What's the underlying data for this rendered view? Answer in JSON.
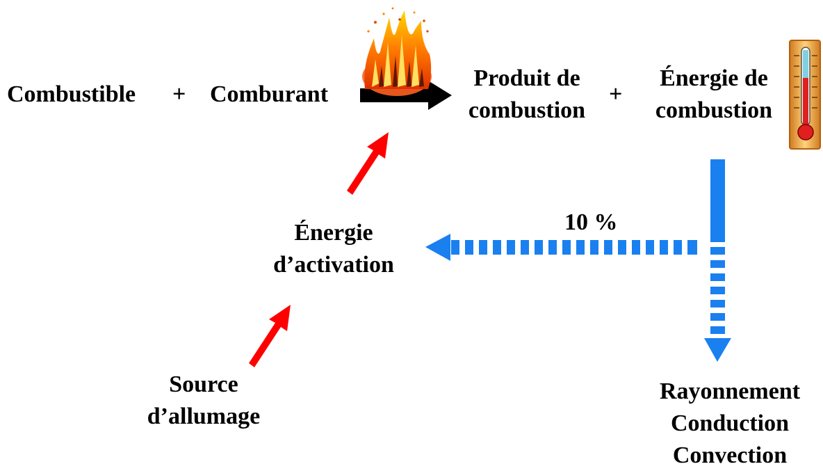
{
  "equation": {
    "fuel": "Combustible",
    "plus1": "+",
    "oxidizer": "Comburant",
    "product_line1": "Produit de",
    "product_line2": "combustion",
    "plus2": "+",
    "energy_line1": "Énergie de",
    "energy_line2": "combustion"
  },
  "activation": {
    "line1": "Énergie",
    "line2": "d’activation"
  },
  "ignition": {
    "line1": "Source",
    "line2": "d’allumage"
  },
  "feedback_percent": "10 %",
  "heat_transfer": [
    "Rayonnement",
    "Conduction",
    "Convection"
  ],
  "icons": {
    "flame": "fire-icon",
    "thermometer": "thermometer-icon"
  },
  "colors": {
    "red_arrow": "#ff0000",
    "blue_arrow": "#1a80f0",
    "reaction_arrow": "#000000",
    "flame_orange": "#ff6a00",
    "flame_yellow": "#ffd200",
    "thermo_frame": "#f0a040",
    "thermo_red": "#e02020"
  }
}
